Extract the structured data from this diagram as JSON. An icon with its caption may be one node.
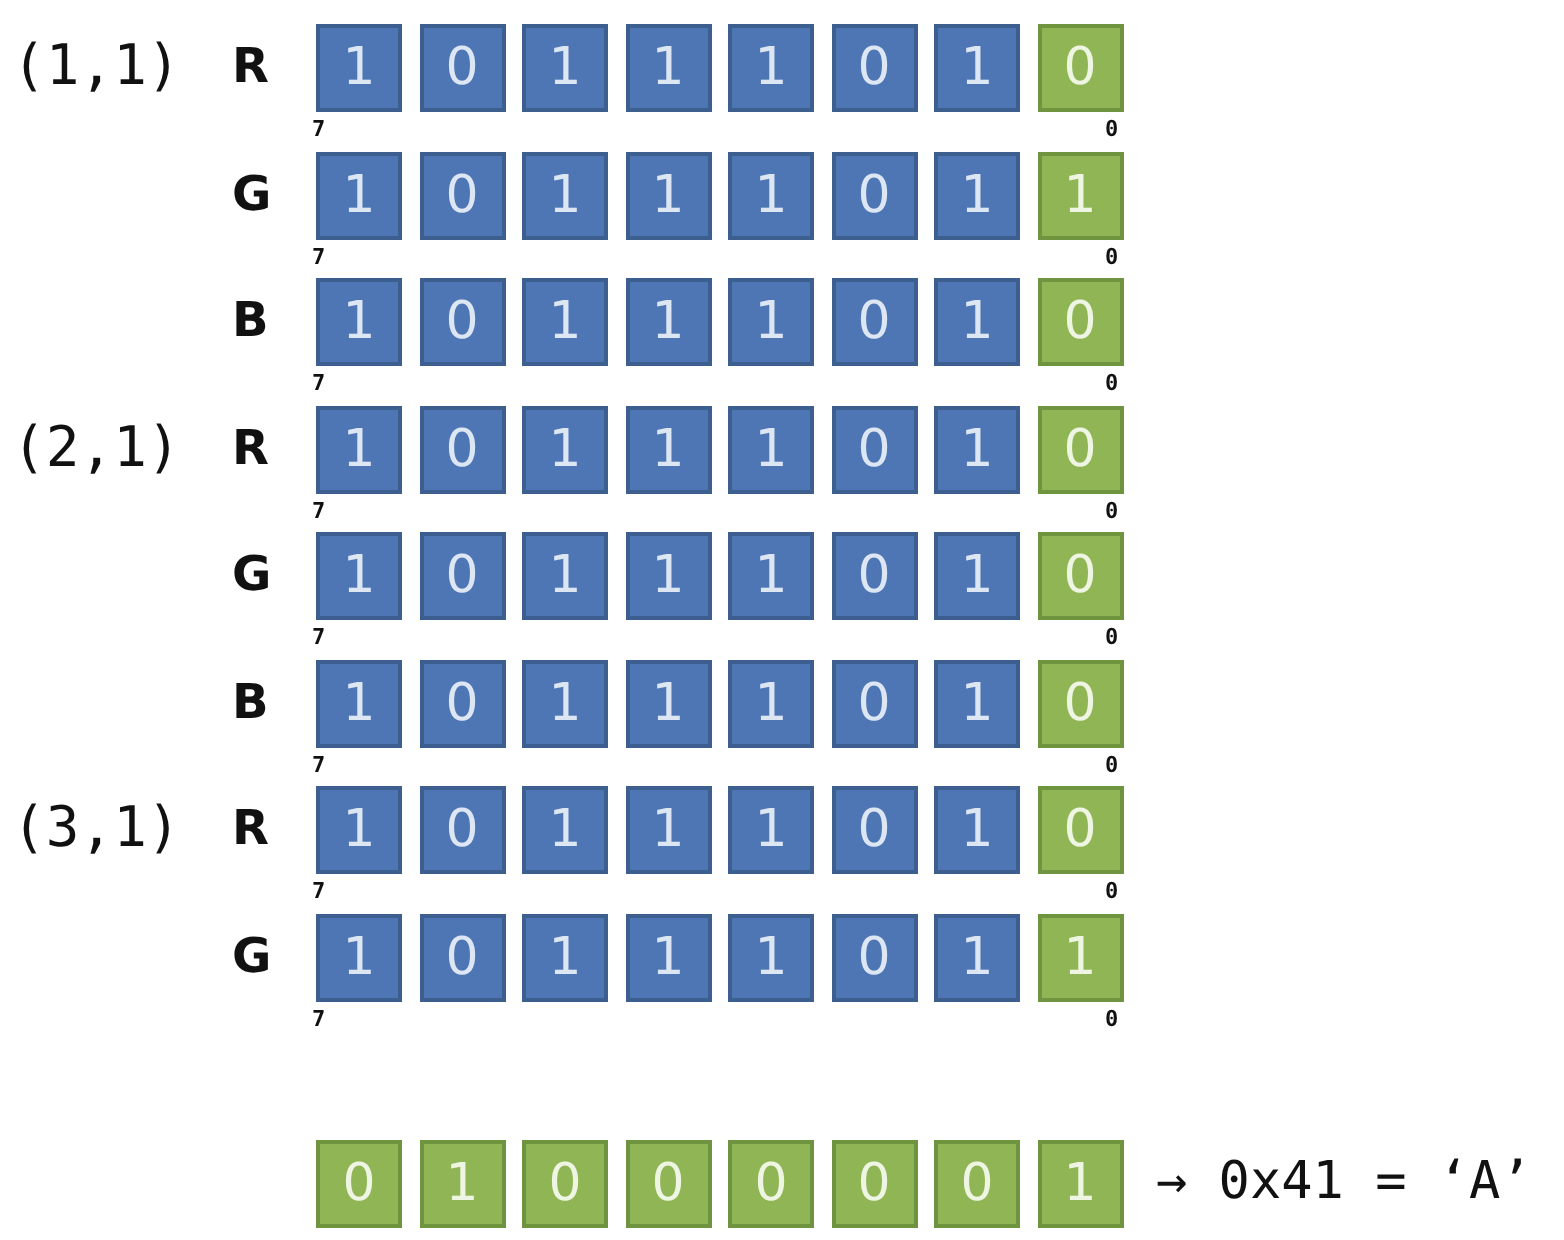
{
  "diagram": {
    "nodes": [
      {
        "text": [
          "1"
        ]
      },
      {
        "text": [
          "0"
        ]
      },
      {
        "text": [
          "1"
        ]
      },
      {
        "text": [
          "1"
        ]
      },
      {
        "text": [
          "1"
        ]
      },
      {
        "text": [
          "0"
        ]
      },
      {
        "text": [
          "1"
        ]
      },
      {
        "text": [
          "0"
        ]
      },
      {
        "text": [
          "1"
        ]
      },
      {
        "text": [
          "0"
        ]
      },
      {
        "text": [
          "1"
        ]
      },
      {
        "text": [
          "1"
        ]
      },
      {
        "text": [
          "1"
        ]
      },
      {
        "text": [
          "0"
        ]
      },
      {
        "text": [
          "1"
        ]
      },
      {
        "text": [
          "1"
        ]
      },
      {
        "text": [
          "1"
        ]
      },
      {
        "text": [
          "0"
        ]
      },
      {
        "text": [
          "1"
        ]
      },
      {
        "text": [
          "1"
        ]
      },
      {
        "text": [
          "1"
        ]
      },
      {
        "text": [
          "0"
        ]
      },
      {
        "text": [
          "1"
        ]
      },
      {
        "text": [
          "0"
        ]
      },
      {
        "text": [
          "1"
        ]
      },
      {
        "text": [
          "0"
        ]
      },
      {
        "text": [
          "1"
        ]
      },
      {
        "text": [
          "1"
        ]
      },
      {
        "text": [
          "1"
        ]
      },
      {
        "text": [
          "0"
        ]
      },
      {
        "text": [
          "1"
        ]
      },
      {
        "text": [
          "0"
        ]
      },
      {
        "text": [
          "1"
        ]
      },
      {
        "text": [
          "0"
        ]
      },
      {
        "text": [
          "1"
        ]
      },
      {
        "text": [
          "1"
        ]
      },
      {
        "text": [
          "1"
        ]
      },
      {
        "text": [
          "0"
        ]
      },
      {
        "text": [
          "1"
        ]
      },
      {
        "text": [
          "0"
        ]
      },
      {
        "text": [
          "1"
        ]
      },
      {
        "text": [
          "0"
        ]
      },
      {
        "text": [
          "1"
        ]
      },
      {
        "text": [
          "1"
        ]
      },
      {
        "text": [
          "1"
        ]
      },
      {
        "text": [
          "0"
        ]
      },
      {
        "text": [
          "1"
        ]
      },
      {
        "text": [
          "0"
        ]
      },
      {
        "text": [
          "1"
        ]
      },
      {
        "text": [
          "0"
        ]
      },
      {
        "text": [
          "1"
        ]
      },
      {
        "text": [
          "1"
        ]
      },
      {
        "text": [
          "1"
        ]
      },
      {
        "text": [
          "0"
        ]
      },
      {
        "text": [
          "1"
        ]
      },
      {
        "text": [
          "0"
        ]
      },
      {
        "text": [
          "1"
        ]
      },
      {
        "text": [
          "0"
        ]
      },
      {
        "text": [
          "1"
        ]
      },
      {
        "text": [
          "1"
        ]
      },
      {
        "text": [
          "1"
        ]
      },
      {
        "text": [
          "0"
        ]
      },
      {
        "text": [
          "1"
        ]
      },
      {
        "text": [
          "1"
        ]
      },
      {
        "text": [
          "0"
        ]
      },
      {
        "text": [
          "1"
        ]
      },
      {
        "text": [
          "0"
        ]
      },
      {
        "text": [
          "0"
        ]
      },
      {
        "text": [
          "0"
        ]
      },
      {
        "text": [
          "0"
        ]
      },
      {
        "text": [
          "0"
        ]
      },
      {
        "text": [
          "1"
        ]
      }
    ],
    "labels": [
      "(1,1)",
      "R",
      "7",
      "0",
      "G",
      "7",
      "0",
      "B",
      "7",
      "0",
      "(2,1)",
      "R",
      "7",
      "0",
      "G",
      "7",
      "0",
      "B",
      "7",
      "0",
      "(3,1)",
      "R",
      "7",
      "0",
      "G",
      "7",
      "0",
      "→ 0x41 = ‘A’"
    ]
  }
}
